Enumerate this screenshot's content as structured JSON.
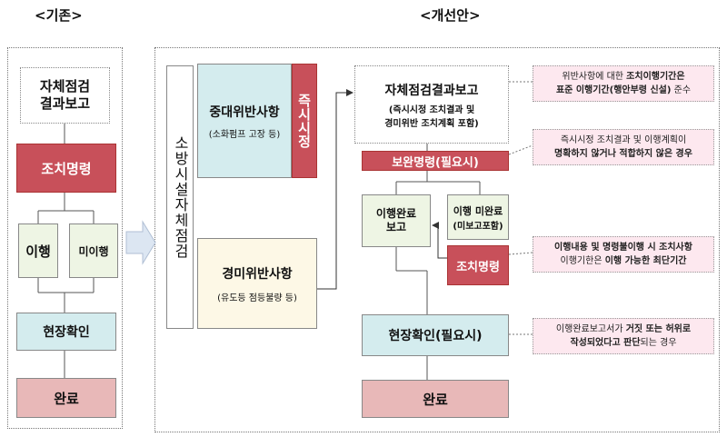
{
  "titles": {
    "left": "<기존>",
    "right": "<개선안>"
  },
  "left": {
    "report": "자체점검\n결과보고",
    "order": "조치명령",
    "comply": "이행",
    "noncomply": "미이행",
    "inspect": "현장확인",
    "done": "완료"
  },
  "right": {
    "vertical": "소방시설자체점검",
    "major_title": "중대위반사항",
    "major_sub": "(소화펌프 고장 등)",
    "immediate": "즉시시정",
    "minor_title": "경미위반사항",
    "minor_sub": "(유도등 점등불량 등)",
    "report_title": "자체점검결과보고",
    "report_sub1": "(즉시시정 조치결과 및",
    "report_sub2": "경미위반 조치계획 포함)",
    "supplement": "보완명령(필요시)",
    "complete_report": "이행완료\n보고",
    "incomplete": "이행 미완료",
    "incomplete_sub": "(미보고포함)",
    "order": "조치명령",
    "inspect": "현장확인(필요시)",
    "done": "완료"
  },
  "notes": {
    "n1_a": "위반사항에 대한 ",
    "n1_b": "조치이행기간은",
    "n1_c": "표준 이행기간(행안부령 신설)",
    "n1_d": " 준수",
    "n2_a": "즉시시정 조치결과 및 이행계획이",
    "n2_b": "명확하지 않거나 적합하지 않은 경우",
    "n3_a": "이행내용 및 명령불이행 시 조치사항",
    "n3_b": "이행기한은 ",
    "n3_c": "이행 가능한 최단기간",
    "n4_a": "이행완료보고서가 ",
    "n4_b": "거짓 또는 허위로",
    "n4_c": "작성되었다고 판단",
    "n4_d": "되는 경우"
  },
  "colors": {
    "red": "#c8505a",
    "pink": "#e8b8b8",
    "cyan": "#d4ecee",
    "green": "#eef5e4",
    "cream": "#fdf8e6",
    "note": "#fde8ef"
  }
}
